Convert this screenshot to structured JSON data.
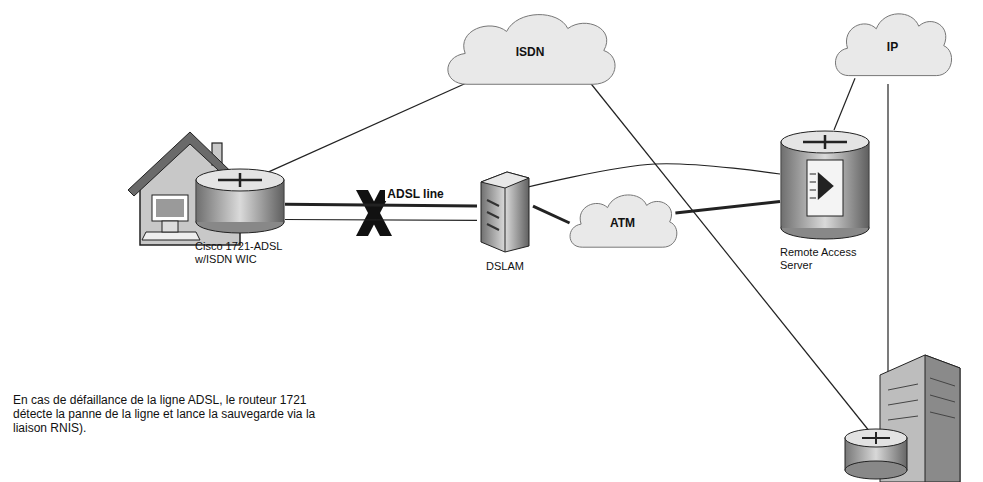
{
  "diagram": {
    "nodes": [
      {
        "text": [
          "ISDN"
        ]
      },
      {
        "text": [
          "IP"
        ]
      },
      {
        "text": [
          "Cisco 1721-ADSL w/ISDN WIC"
        ]
      },
      {
        "text": [
          "DSLAM"
        ]
      },
      {
        "text": [
          "ATM"
        ]
      },
      {
        "text": [
          "Remote Access Server"
        ]
      }
    ],
    "edges": [
      {
        "from": 2,
        "to": 0,
        "arrow": "none"
      },
      {
        "from": 2,
        "to": 3,
        "arrow": "none",
        "label": "ADSL line"
      },
      {
        "from": 2,
        "to": 3,
        "arrow": "none"
      },
      {
        "from": 3,
        "to": 4,
        "arrow": "none"
      },
      {
        "from": 4,
        "to": 5,
        "arrow": "none"
      },
      {
        "from": 3,
        "to": 5,
        "arrow": "none"
      },
      {
        "from": 5,
        "to": 1,
        "arrow": "none"
      }
    ],
    "labels": [
      "En cas de défaillance de la ligne ADSL, le routeur 1721 détecte la panne de la ligne et lance la sauvegarde via la liaison RNIS)."
    ]
  }
}
